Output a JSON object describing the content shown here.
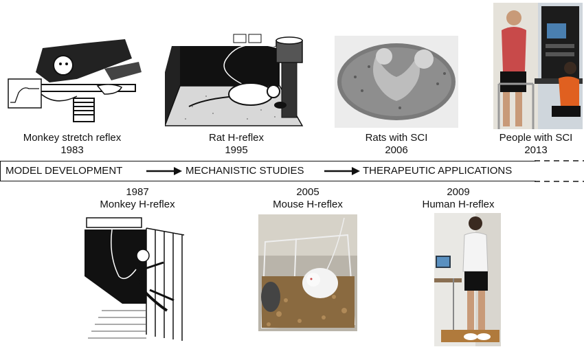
{
  "top_panels": [
    {
      "label": "Monkey stretch reflex",
      "year": "1983"
    },
    {
      "label": "Rat H-reflex",
      "year": "1995"
    },
    {
      "label": "Rats with SCI",
      "year": "2006"
    },
    {
      "label": "People with SCI",
      "year": "2013"
    }
  ],
  "bottom_panels": [
    {
      "year": "1987",
      "label": "Monkey H-reflex"
    },
    {
      "year": "2005",
      "label": "Mouse H-reflex"
    },
    {
      "year": "2009",
      "label": "Human H-reflex"
    }
  ],
  "timeline": {
    "stages": [
      "MODEL DEVELOPMENT",
      "MECHANISTIC STUDIES",
      "THERAPEUTIC APPLICATIONS"
    ]
  }
}
